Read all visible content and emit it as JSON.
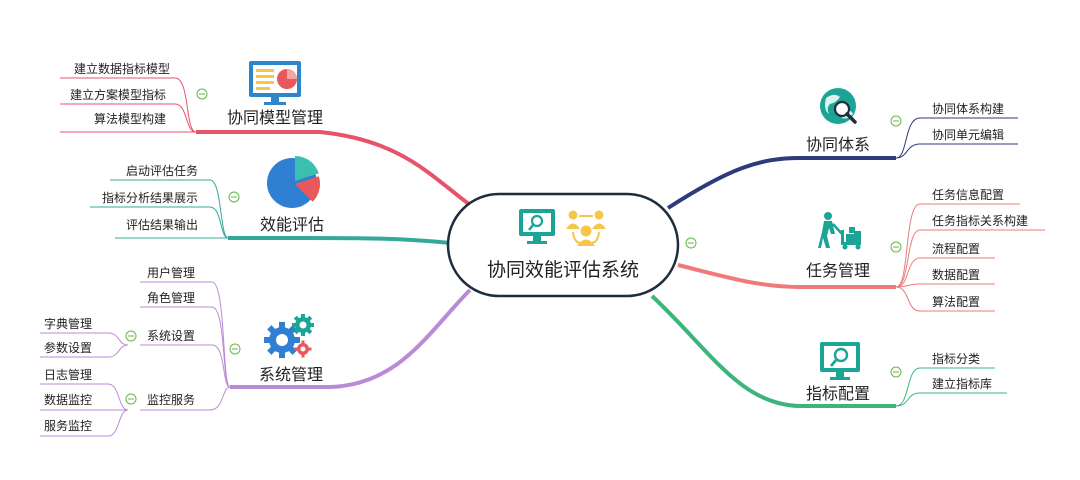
{
  "center": {
    "title": "协同效能评估系统"
  },
  "branches": {
    "model": {
      "title": "协同模型管理",
      "color": "#e8536c",
      "items": [
        "建立数据指标模型",
        "建立方案模型指标",
        "算法模型构建"
      ]
    },
    "eval": {
      "title": "效能评估",
      "color": "#34a89a",
      "items": [
        "启动评估任务",
        "指标分析结果展示",
        "评估结果输出"
      ]
    },
    "sys": {
      "title": "系统管理",
      "color": "#b98ad8",
      "items": [
        "用户管理",
        "角色管理"
      ],
      "settings": {
        "label": "系统设置",
        "items": [
          "字典管理",
          "参数设置"
        ]
      },
      "monitor": {
        "label": "监控服务",
        "items": [
          "日志管理",
          "数据监控",
          "服务监控"
        ]
      }
    },
    "collab": {
      "title": "协同体系",
      "color": "#2f3a7a",
      "items": [
        "协同体系构建",
        "协同单元编辑"
      ]
    },
    "task": {
      "title": "任务管理",
      "color": "#f07a7a",
      "items": [
        "任务信息配置",
        "任务指标关系构建",
        "流程配置",
        "数据配置",
        "算法配置"
      ]
    },
    "index": {
      "title": "指标配置",
      "color": "#3db57a",
      "items": [
        "指标分类",
        "建立指标库"
      ]
    }
  },
  "icons": {
    "model": "monitor-chart-icon",
    "eval": "pie-chart-icon",
    "sys": "gears-icon",
    "collab": "globe-search-icon",
    "task": "worker-cart-icon",
    "index": "monitor-search-icon",
    "center_left": "monitor-search-icon",
    "center_right": "team-network-icon"
  },
  "colors": {
    "center_border": "#1f2d3d",
    "collapse_fill": "#ffffff",
    "collapse_stroke": "#67b548",
    "icon_teal": "#1aa597",
    "icon_yellow": "#f5c64a",
    "icon_blue": "#2f7fd3",
    "icon_red": "#e9585b"
  }
}
